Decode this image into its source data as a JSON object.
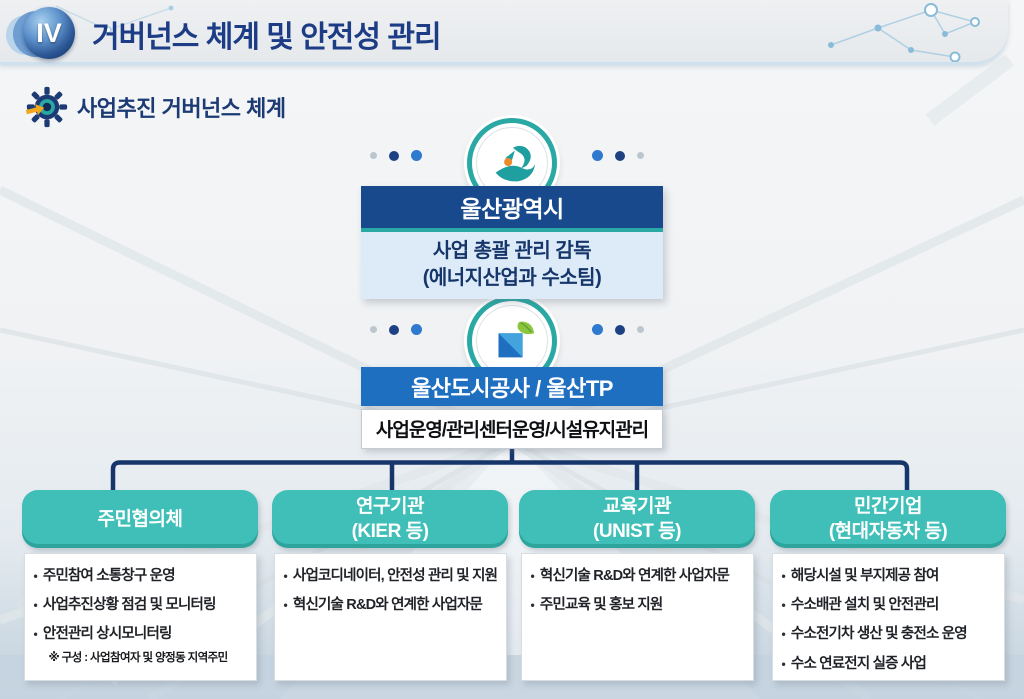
{
  "header": {
    "badge": "IV",
    "title": "거버넌스 체계 및 안전성 관리"
  },
  "section": {
    "title": "사업추진 거버넌스 체계"
  },
  "org_chart": {
    "top": {
      "name": "울산광역시",
      "role_line1": "사업 총괄 관리 감독",
      "role_line2": "(에너지산업과 수소팀)",
      "icon": "ulsan-city-bird-logo"
    },
    "middle": {
      "name": "울산도시공사 / 울산TP",
      "role": "사업운영/관리센터운영/시설유지관리",
      "icon": "ulsan-corporation-leaf-logo"
    },
    "groups": [
      {
        "title_line1": "주민협의체",
        "title_line2": "",
        "items": [
          "주민참여 소통창구 운영",
          "사업추진상황 점검 및 모니터링",
          "안전관리 상시모니터링"
        ],
        "note": "※ 구성 : 사업참여자 및 양정동 지역주민"
      },
      {
        "title_line1": "연구기관",
        "title_line2": "(KIER 등)",
        "items": [
          "사업코디네이터, 안전성 관리 및 지원",
          "혁신기술 R&D와 연계한 사업자문"
        ],
        "note": ""
      },
      {
        "title_line1": "교육기관",
        "title_line2": "(UNIST 등)",
        "items": [
          "혁신기술 R&D와 연계한 사업자문",
          "주민교육 및 홍보 지원"
        ],
        "note": ""
      },
      {
        "title_line1": "민간기업",
        "title_line2": "(현대자동차 등)",
        "items": [
          "해당시설 및 부지제공 참여",
          "수소배관 설치 및 안전관리",
          "수소전기차 생산 및 충전소 운영",
          "수소 연료전지 실증 사업"
        ],
        "note": ""
      }
    ]
  },
  "colors": {
    "title_navy": "#1c3d85",
    "top_header_navy": "#17498c",
    "top_body_light_blue": "#dcebf7",
    "mid_header_blue": "#1e6fc0",
    "group_header_teal": "#3fbfb7",
    "connector_navy": "#16356b",
    "ring_teal": "#2aa8a3",
    "accent_orange": "#ee8a2e"
  }
}
